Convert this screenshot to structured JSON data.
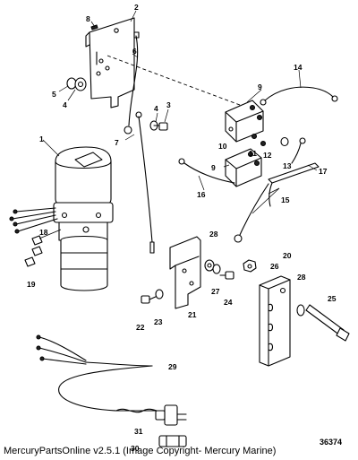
{
  "diagram": {
    "callouts": [
      {
        "id": "c1",
        "label": "1"
      },
      {
        "id": "c2",
        "label": "2"
      },
      {
        "id": "c3",
        "label": "3"
      },
      {
        "id": "c4a",
        "label": "4"
      },
      {
        "id": "c4b",
        "label": "4"
      },
      {
        "id": "c5",
        "label": "5"
      },
      {
        "id": "c6",
        "label": "6"
      },
      {
        "id": "c7",
        "label": "7"
      },
      {
        "id": "c8",
        "label": "8"
      },
      {
        "id": "c9a",
        "label": "9"
      },
      {
        "id": "c9b",
        "label": "9"
      },
      {
        "id": "c10",
        "label": "10"
      },
      {
        "id": "c11",
        "label": "11"
      },
      {
        "id": "c12",
        "label": "12"
      },
      {
        "id": "c13",
        "label": "13"
      },
      {
        "id": "c14",
        "label": "14"
      },
      {
        "id": "c15",
        "label": "15"
      },
      {
        "id": "c16",
        "label": "16"
      },
      {
        "id": "c17",
        "label": "17"
      },
      {
        "id": "c18",
        "label": "18"
      },
      {
        "id": "c19",
        "label": "19"
      },
      {
        "id": "c20",
        "label": "20"
      },
      {
        "id": "c21",
        "label": "21"
      },
      {
        "id": "c22",
        "label": "22"
      },
      {
        "id": "c23",
        "label": "23"
      },
      {
        "id": "c24",
        "label": "24"
      },
      {
        "id": "c25",
        "label": "25"
      },
      {
        "id": "c26",
        "label": "26"
      },
      {
        "id": "c27",
        "label": "27"
      },
      {
        "id": "c28a",
        "label": "28"
      },
      {
        "id": "c28b",
        "label": "28"
      },
      {
        "id": "c29",
        "label": "29"
      },
      {
        "id": "c30",
        "label": "30"
      },
      {
        "id": "c31",
        "label": "31"
      }
    ],
    "catalog_number": "36374"
  },
  "footer": {
    "text": "MercuryPartsOnline v2.5.1 (Image Copyright- Mercury Marine)"
  }
}
